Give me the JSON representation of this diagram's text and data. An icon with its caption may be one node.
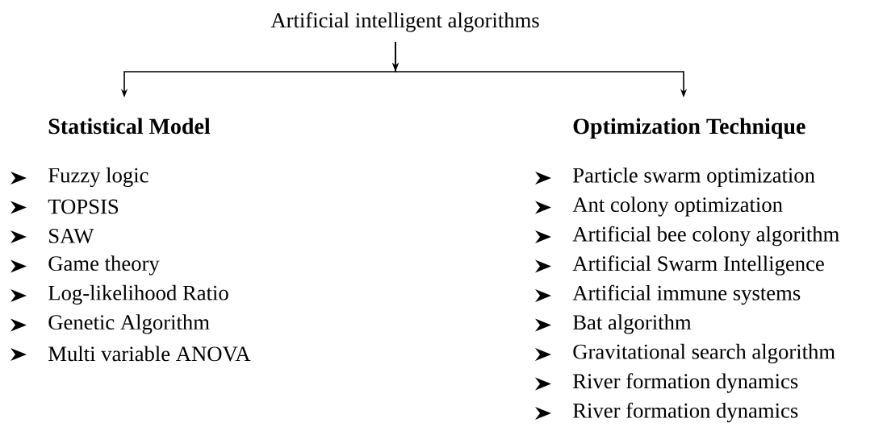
{
  "diagram": {
    "nodes": [
      {
        "text": [
          "Artificial intelligent algorithms"
        ]
      },
      {
        "text": [
          "Statistical Model"
        ]
      },
      {
        "text": [
          "Optimization Technique"
        ]
      }
    ],
    "edges": [
      {
        "from": 0,
        "to": 1,
        "arrow": "to"
      },
      {
        "from": 0,
        "to": 2,
        "arrow": "to"
      }
    ],
    "labels": [
      "Fuzzy logic",
      "TOPSIS",
      "SAW",
      "Game theory",
      "Log-likelihood Ratio",
      "Genetic Algorithm",
      "Multi variable ANOVA",
      "Particle swarm optimization",
      "Ant colony optimization",
      "Artificial bee colony algorithm",
      "Artificial Swarm Intelligence",
      "Artificial immune systems",
      "Bat algorithm",
      "Gravitational search algorithm",
      "River formation dynamics",
      "River formation dynamics"
    ]
  }
}
